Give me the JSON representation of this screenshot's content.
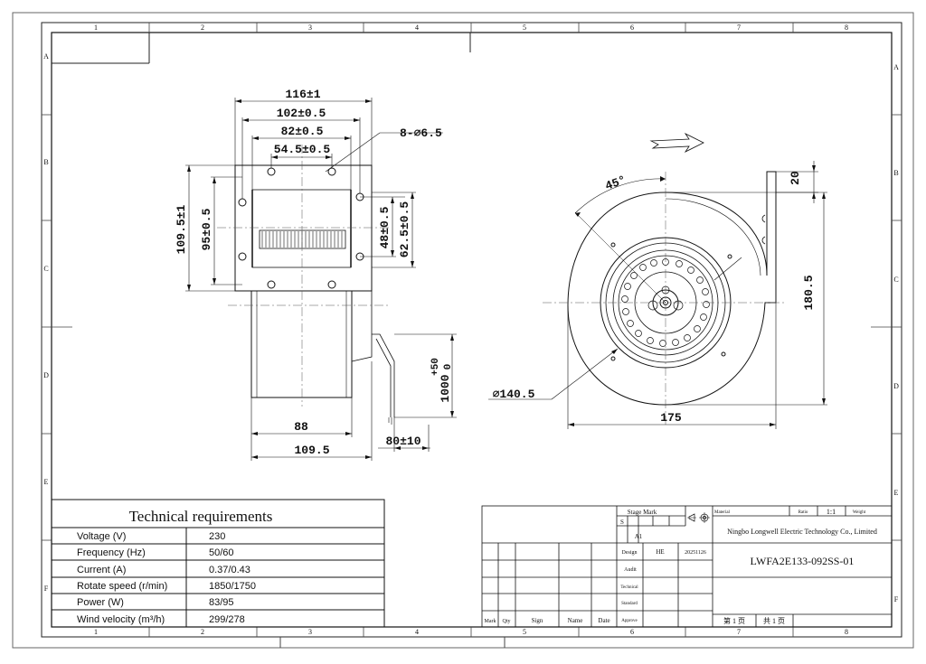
{
  "grid": {
    "columns": [
      "1",
      "2",
      "3",
      "4",
      "5",
      "6",
      "7",
      "8"
    ],
    "rows": [
      "A",
      "B",
      "C",
      "D",
      "E",
      "F"
    ]
  },
  "front_view": {
    "dims": {
      "w116": "116±1",
      "w102": "102±0.5",
      "w82": "82±0.5",
      "w54": "54.5±0.5",
      "holes": "8-⌀6.5",
      "h1095": "109.5±1",
      "h95": "95±0.5",
      "h48": "48±0.5",
      "h625": "62.5±0.5",
      "b88": "88",
      "b1095": "109.5",
      "cable_len": "1000",
      "cable_tol_plus": "+50",
      "cable_tol_zero": "0",
      "strip": "80±10"
    }
  },
  "side_view": {
    "dims": {
      "angle": "45°",
      "top20": "20",
      "h1805": "180.5",
      "dia": "⌀140.5",
      "w175": "175"
    }
  },
  "tech": {
    "title": "Technical  requirements",
    "rows": [
      {
        "label": "Voltage  (V)",
        "value": "230"
      },
      {
        "label": "Frequency  (Hz)",
        "value": "50/60"
      },
      {
        "label": "Current  (A)",
        "value": "0.37/0.43"
      },
      {
        "label": "Rotate speed   (r/min)",
        "value": "1850/1750"
      },
      {
        "label": "Power    (W)",
        "value": "83/95"
      },
      {
        "label": "Wind velocity     (m³/h)",
        "value": "299/278"
      }
    ]
  },
  "title_block": {
    "stage_mark": "Stage Mark",
    "s": "S",
    "a1": "A1",
    "design": "Design",
    "designer": "HE",
    "date": "20251126",
    "audit": "Audit",
    "technical": "Technical",
    "standard": "Standard",
    "approve": "Approve",
    "material": "Material",
    "ratio": "Ratio",
    "ratio_val": "1:1",
    "weight": "Weight",
    "company": "Ningbo Longwell Electric Technology  Co., Limited",
    "drawing_no": "LWFA2E133-092SS-01",
    "page": "第 1 页",
    "total": "共 1 页",
    "col_mark": "Mark",
    "col_qty": "Qty",
    "col_sign": "Sign",
    "col_name": "Name",
    "col_date": "Date"
  }
}
